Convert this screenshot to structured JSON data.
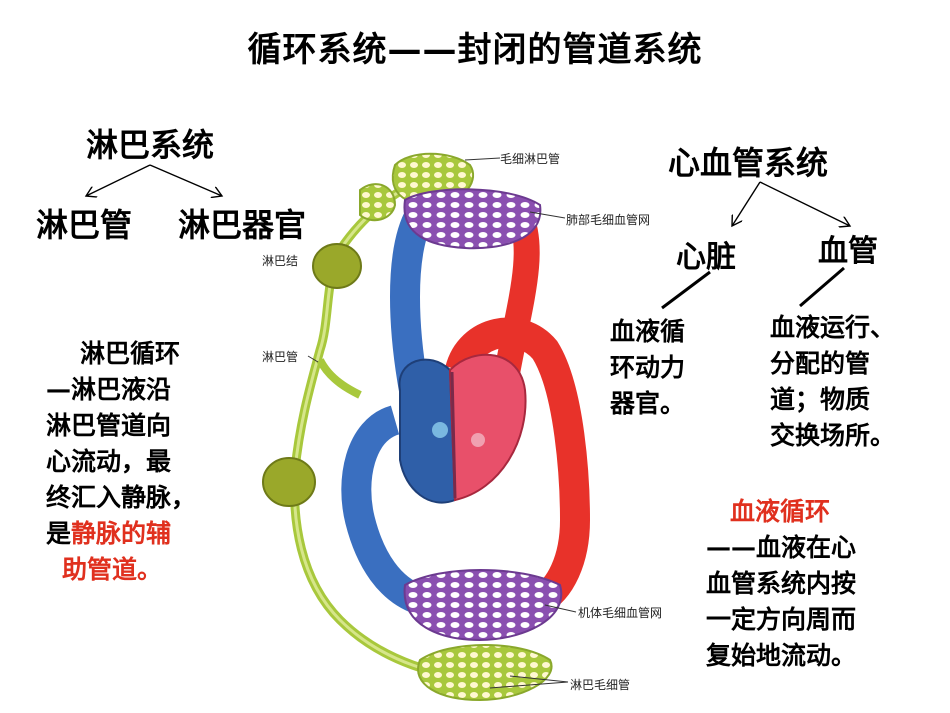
{
  "title": "循环系统——封闭的管道系统",
  "lymph": {
    "system": "淋巴系统",
    "vessel": "淋巴管",
    "organ": "淋巴器官",
    "paragraph": {
      "lines": [
        "淋巴循环",
        "—淋巴液沿",
        "淋巴管道向",
        "心流动，最",
        "终汇入静脉，"
      ],
      "last_prefix": "是",
      "last_red": "静脉的辅",
      "line7_red": "助管道。"
    }
  },
  "cardio": {
    "system": "心血管系统",
    "heart": "心脏",
    "vessels": "血管",
    "heart_desc": [
      "血液循",
      "环动力",
      "器官。"
    ],
    "vessel_desc": [
      "血液运行、",
      "分配的管",
      "道；物质",
      "交换场所。"
    ]
  },
  "blood_circ": {
    "title": "血液循环",
    "lines": [
      "——血液在心",
      "血管系统内按",
      "一定方向周而",
      "复始地流动。"
    ]
  },
  "figure_labels": {
    "lymph_capillary_top": "毛细淋巴管",
    "lung_capillary": "肺部毛细血管网",
    "lymph_node": "淋巴结",
    "lymph_vessel": "淋巴管",
    "body_capillary": "机体毛细血管网",
    "lymph_capillary_bottom": "淋巴毛细管"
  },
  "colors": {
    "accent_red": "#e0301e",
    "lymph_green": "#a8c83c",
    "artery_red": "#e8322a",
    "vein_blue": "#3a6fc0",
    "capillary_purple": "#8a4fb0"
  }
}
